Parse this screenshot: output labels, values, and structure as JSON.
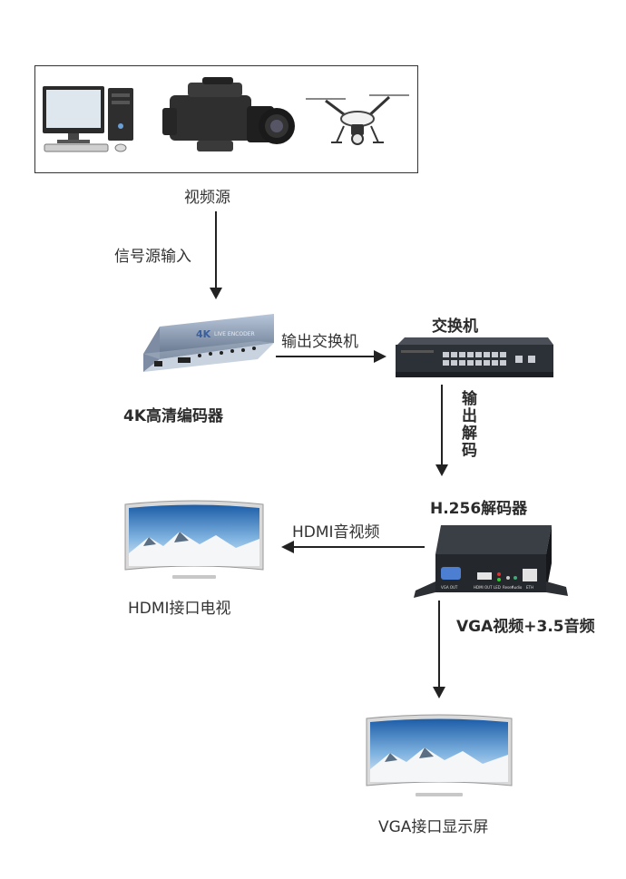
{
  "source": {
    "label": "视频源"
  },
  "arrows": {
    "signal_input": "信号源输入",
    "to_switch": "输出交换机",
    "to_decode": "输出解码",
    "hdmi_av": "HDMI音视频"
  },
  "devices": {
    "encoder": {
      "label": "4K高清编码器",
      "brand_text": "LIVE ENCODER",
      "badge": "4K"
    },
    "switch": {
      "label": "交换机"
    },
    "decoder": {
      "label": "H.256解码器",
      "outputs": "VGA视频+3.5音频",
      "ports": [
        "VGA OUT",
        "HDMI OUT",
        "LED",
        "Reset",
        "Audio",
        "ETH"
      ]
    },
    "hdmi_tv": {
      "label": "HDMI接口电视"
    },
    "vga_display": {
      "label": "VGA接口显示屏"
    }
  }
}
